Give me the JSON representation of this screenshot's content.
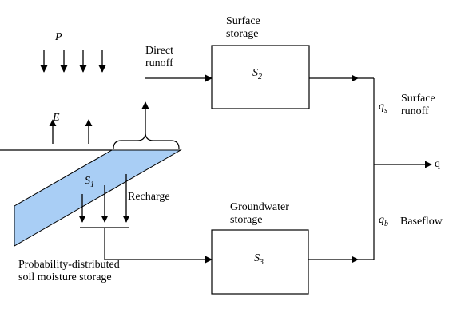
{
  "labels": {
    "P": "P",
    "E": "E",
    "direct_runoff": "Direct runoff",
    "surface_storage": "Surface storage",
    "S2_letter": "S",
    "S2_sub": "2",
    "S1_letter": "S",
    "S1_sub": "1",
    "recharge": "Recharge",
    "groundwater_storage": "Groundwater storage",
    "S3_letter": "S",
    "S3_sub": "3",
    "qs_letter": "q",
    "qs_sub": "s",
    "surface_runoff": "Surface runoff",
    "q_out": "q",
    "qb_letter": "q",
    "qb_sub": "b",
    "baseflow": "Baseflow",
    "soil_storage": "Probability-distributed soil moisture storage"
  },
  "colors": {
    "soil_fill": "#a9cef5",
    "line": "#000000"
  }
}
